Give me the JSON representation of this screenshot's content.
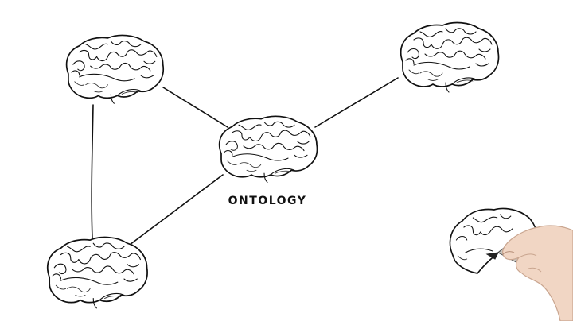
{
  "diagram": {
    "center_label": "ONTOLOGY",
    "nodes": [
      {
        "id": "brain-top-left"
      },
      {
        "id": "brain-top-right"
      },
      {
        "id": "brain-center"
      },
      {
        "id": "brain-bottom-left"
      },
      {
        "id": "brain-bottom-right-sketch"
      }
    ],
    "edges": [
      {
        "from": "brain-top-left",
        "to": "brain-center"
      },
      {
        "from": "brain-center",
        "to": "brain-top-right"
      },
      {
        "from": "brain-top-left",
        "to": "brain-bottom-left"
      },
      {
        "from": "brain-bottom-left",
        "to": "brain-center"
      }
    ]
  },
  "colors": {
    "ink": "#111111",
    "background": "#ffffff",
    "skin": "#f1d6c4",
    "pen_body": "#c9c6bf"
  },
  "icons": [
    "brain-icon",
    "hand-with-pen-icon"
  ]
}
